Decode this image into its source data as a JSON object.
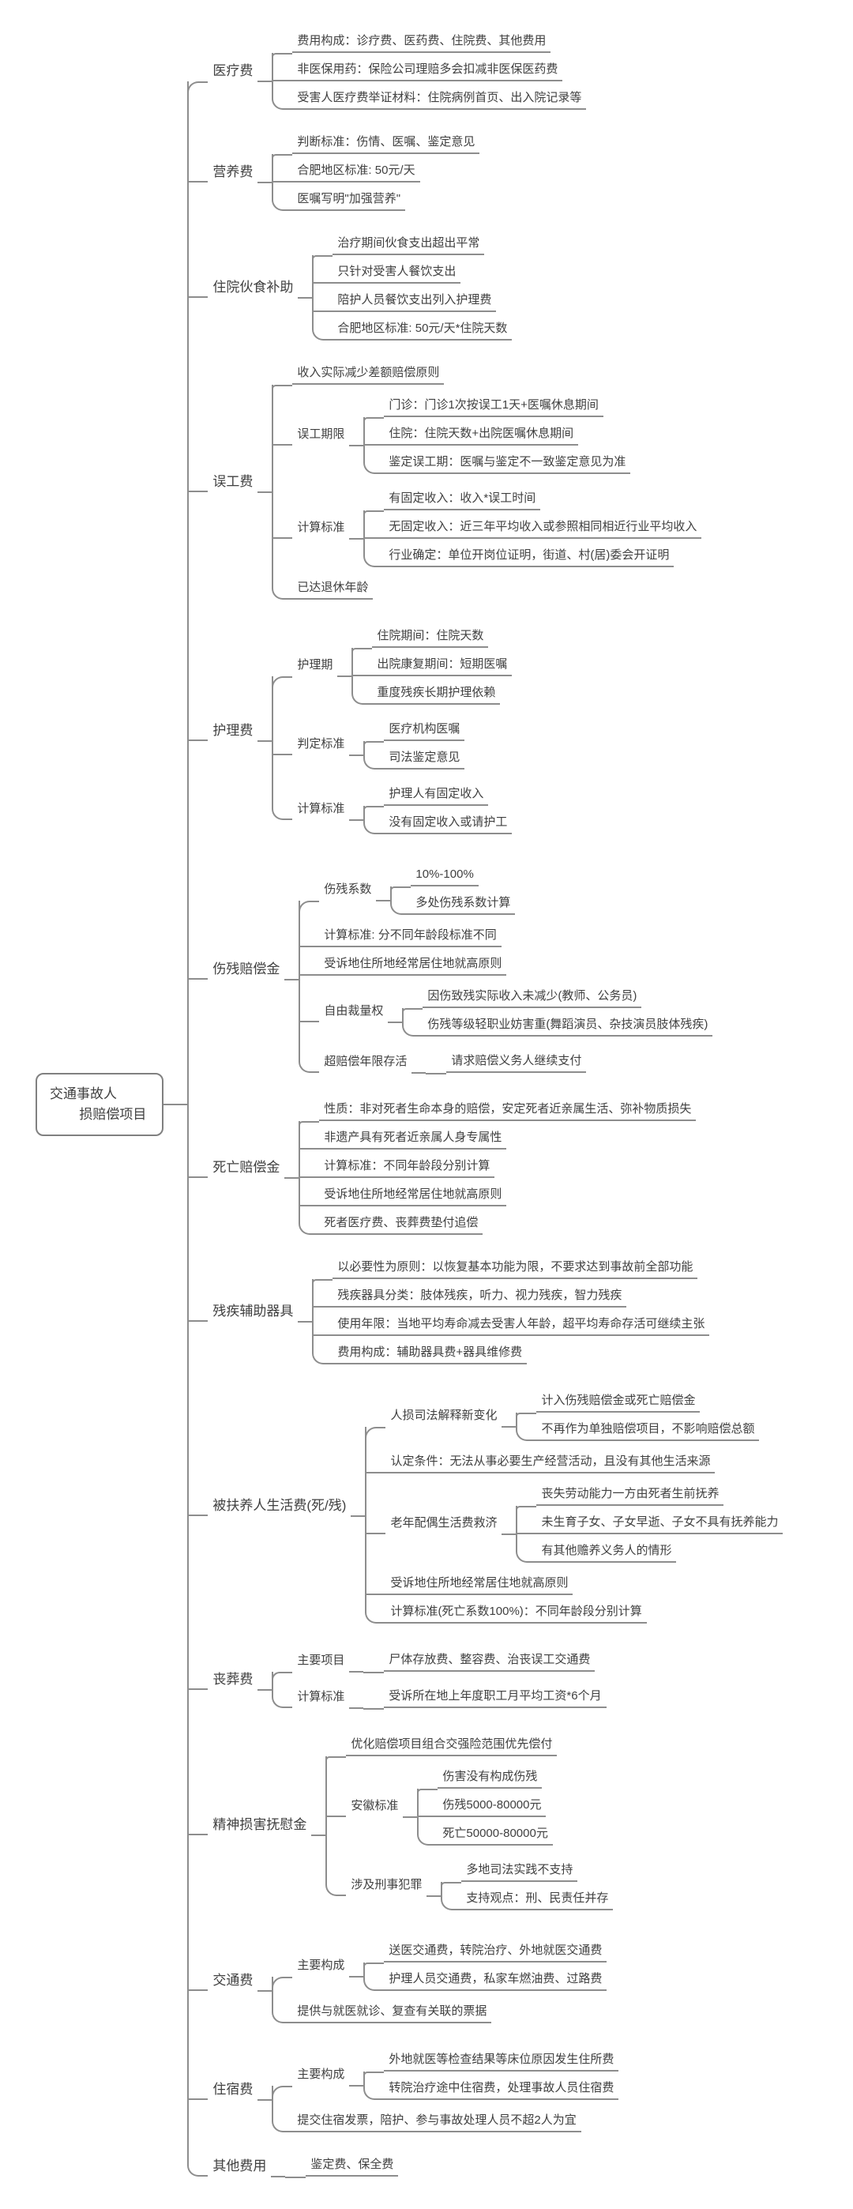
{
  "theme": {
    "background": "#ffffff",
    "line_color": "#8d8d8d",
    "text_color": "#404040",
    "root_border_color": "#808080"
  },
  "root": {
    "line1": "交通事故人",
    "line2": "损赔偿项目"
  },
  "tree": [
    {
      "label": "医疗费",
      "children": [
        {
          "label": "费用构成：诊疗费、医药费、住院费、其他费用"
        },
        {
          "label": "非医保用药：保险公司理赔多会扣减非医保医药费"
        },
        {
          "label": "受害人医疗费举证材料：住院病例首页、出入院记录等"
        }
      ]
    },
    {
      "label": "营养费",
      "children": [
        {
          "label": "判断标准：伤情、医嘱、鉴定意见"
        },
        {
          "label": "合肥地区标准: 50元/天"
        },
        {
          "label": "医嘱写明\"加强营养\""
        }
      ]
    },
    {
      "label": "住院伙食补助",
      "children": [
        {
          "label": "治疗期间伙食支出超出平常"
        },
        {
          "label": "只针对受害人餐饮支出"
        },
        {
          "label": "陪护人员餐饮支出列入护理费"
        },
        {
          "label": "合肥地区标准: 50元/天*住院天数"
        }
      ]
    },
    {
      "label": "误工费",
      "children": [
        {
          "label": "收入实际减少差额赔偿原则"
        },
        {
          "label": "误工期限",
          "children": [
            {
              "label": "门诊：门诊1次按误工1天+医嘱休息期间"
            },
            {
              "label": "住院：住院天数+出院医嘱休息期间"
            },
            {
              "label": "鉴定误工期：医嘱与鉴定不一致鉴定意见为准"
            }
          ]
        },
        {
          "label": "计算标准",
          "children": [
            {
              "label": "有固定收入：收入*误工时间"
            },
            {
              "label": "无固定收入：近三年平均收入或参照相同相近行业平均收入"
            },
            {
              "label": "行业确定：单位开岗位证明，街道、村(居)委会开证明"
            }
          ]
        },
        {
          "label": "已达退休年龄"
        }
      ]
    },
    {
      "label": "护理费",
      "children": [
        {
          "label": "护理期",
          "children": [
            {
              "label": "住院期间：住院天数"
            },
            {
              "label": "出院康复期间：短期医嘱"
            },
            {
              "label": "重度残疾长期护理依赖"
            }
          ]
        },
        {
          "label": "判定标准",
          "children": [
            {
              "label": "医疗机构医嘱"
            },
            {
              "label": "司法鉴定意见"
            }
          ]
        },
        {
          "label": "计算标准",
          "children": [
            {
              "label": "护理人有固定收入"
            },
            {
              "label": "没有固定收入或请护工"
            }
          ]
        }
      ]
    },
    {
      "label": "伤残赔偿金",
      "children": [
        {
          "label": "伤残系数",
          "children": [
            {
              "label": "10%-100%"
            },
            {
              "label": "多处伤残系数计算"
            }
          ]
        },
        {
          "label": "计算标准: 分不同年龄段标准不同"
        },
        {
          "label": "受诉地住所地经常居住地就高原则"
        },
        {
          "label": "自由裁量权",
          "children": [
            {
              "label": "因伤致残实际收入未减少(教师、公务员)"
            },
            {
              "label": "伤残等级轻职业妨害重(舞蹈演员、杂技演员肢体残疾)"
            }
          ]
        },
        {
          "label": "超赔偿年限存活",
          "children": [
            {
              "label": "请求赔偿义务人继续支付"
            }
          ]
        }
      ]
    },
    {
      "label": "死亡赔偿金",
      "children": [
        {
          "label": "性质：非对死者生命本身的赔偿，安定死者近亲属生活、弥补物质损失"
        },
        {
          "label": "非遗产具有死者近亲属人身专属性"
        },
        {
          "label": "计算标准：不同年龄段分别计算"
        },
        {
          "label": "受诉地住所地经常居住地就高原则"
        },
        {
          "label": "死者医疗费、丧葬费垫付追偿"
        }
      ]
    },
    {
      "label": "残疾辅助器具",
      "children": [
        {
          "label": "以必要性为原则：以恢复基本功能为限，不要求达到事故前全部功能"
        },
        {
          "label": "残疾器具分类：肢体残疾，听力、视力残疾，智力残疾"
        },
        {
          "label": "使用年限：当地平均寿命减去受害人年龄，超平均寿命存活可继续主张"
        },
        {
          "label": "费用构成：辅助器具费+器具维修费"
        }
      ]
    },
    {
      "label": "被扶养人生活费(死/残)",
      "children": [
        {
          "label": "人损司法解释新变化",
          "children": [
            {
              "label": "计入伤残赔偿金或死亡赔偿金"
            },
            {
              "label": "不再作为单独赔偿项目，不影响赔偿总额"
            }
          ]
        },
        {
          "label": "认定条件：无法从事必要生产经营活动，且没有其他生活来源"
        },
        {
          "label": "老年配偶生活费救济",
          "children": [
            {
              "label": "丧失劳动能力一方由死者生前抚养"
            },
            {
              "label": "未生育子女、子女早逝、子女不具有抚养能力"
            },
            {
              "label": "有其他赡养义务人的情形"
            }
          ]
        },
        {
          "label": "受诉地住所地经常居住地就高原则"
        },
        {
          "label": "计算标准(死亡系数100%)：不同年龄段分别计算"
        }
      ]
    },
    {
      "label": "丧葬费",
      "children": [
        {
          "label": "主要项目",
          "children": [
            {
              "label": "尸体存放费、整容费、治丧误工交通费"
            }
          ]
        },
        {
          "label": "计算标准",
          "children": [
            {
              "label": "受诉所在地上年度职工月平均工资*6个月"
            }
          ]
        }
      ]
    },
    {
      "label": "精神损害抚慰金",
      "children": [
        {
          "label": "优化赔偿项目组合交强险范围优先偿付"
        },
        {
          "label": "安徽标准",
          "children": [
            {
              "label": "伤害没有构成伤残"
            },
            {
              "label": "伤残5000-80000元"
            },
            {
              "label": "死亡50000-80000元"
            }
          ]
        },
        {
          "label": "涉及刑事犯罪",
          "children": [
            {
              "label": "多地司法实践不支持"
            },
            {
              "label": "支持观点：刑、民责任并存"
            }
          ]
        }
      ]
    },
    {
      "label": "交通费",
      "children": [
        {
          "label": "主要构成",
          "children": [
            {
              "label": "送医交通费，转院治疗、外地就医交通费"
            },
            {
              "label": "护理人员交通费，私家车燃油费、过路费"
            }
          ]
        },
        {
          "label": "提供与就医就诊、复查有关联的票据"
        }
      ]
    },
    {
      "label": "住宿费",
      "children": [
        {
          "label": "主要构成",
          "children": [
            {
              "label": "外地就医等检查结果等床位原因发生住所费"
            },
            {
              "label": "转院治疗途中住宿费，处理事故人员住宿费"
            }
          ]
        },
        {
          "label": "提交住宿发票，陪护、参与事故处理人员不超2人为宜"
        }
      ]
    },
    {
      "label": "其他费用",
      "children": [
        {
          "label": "鉴定费、保全费"
        }
      ]
    }
  ]
}
